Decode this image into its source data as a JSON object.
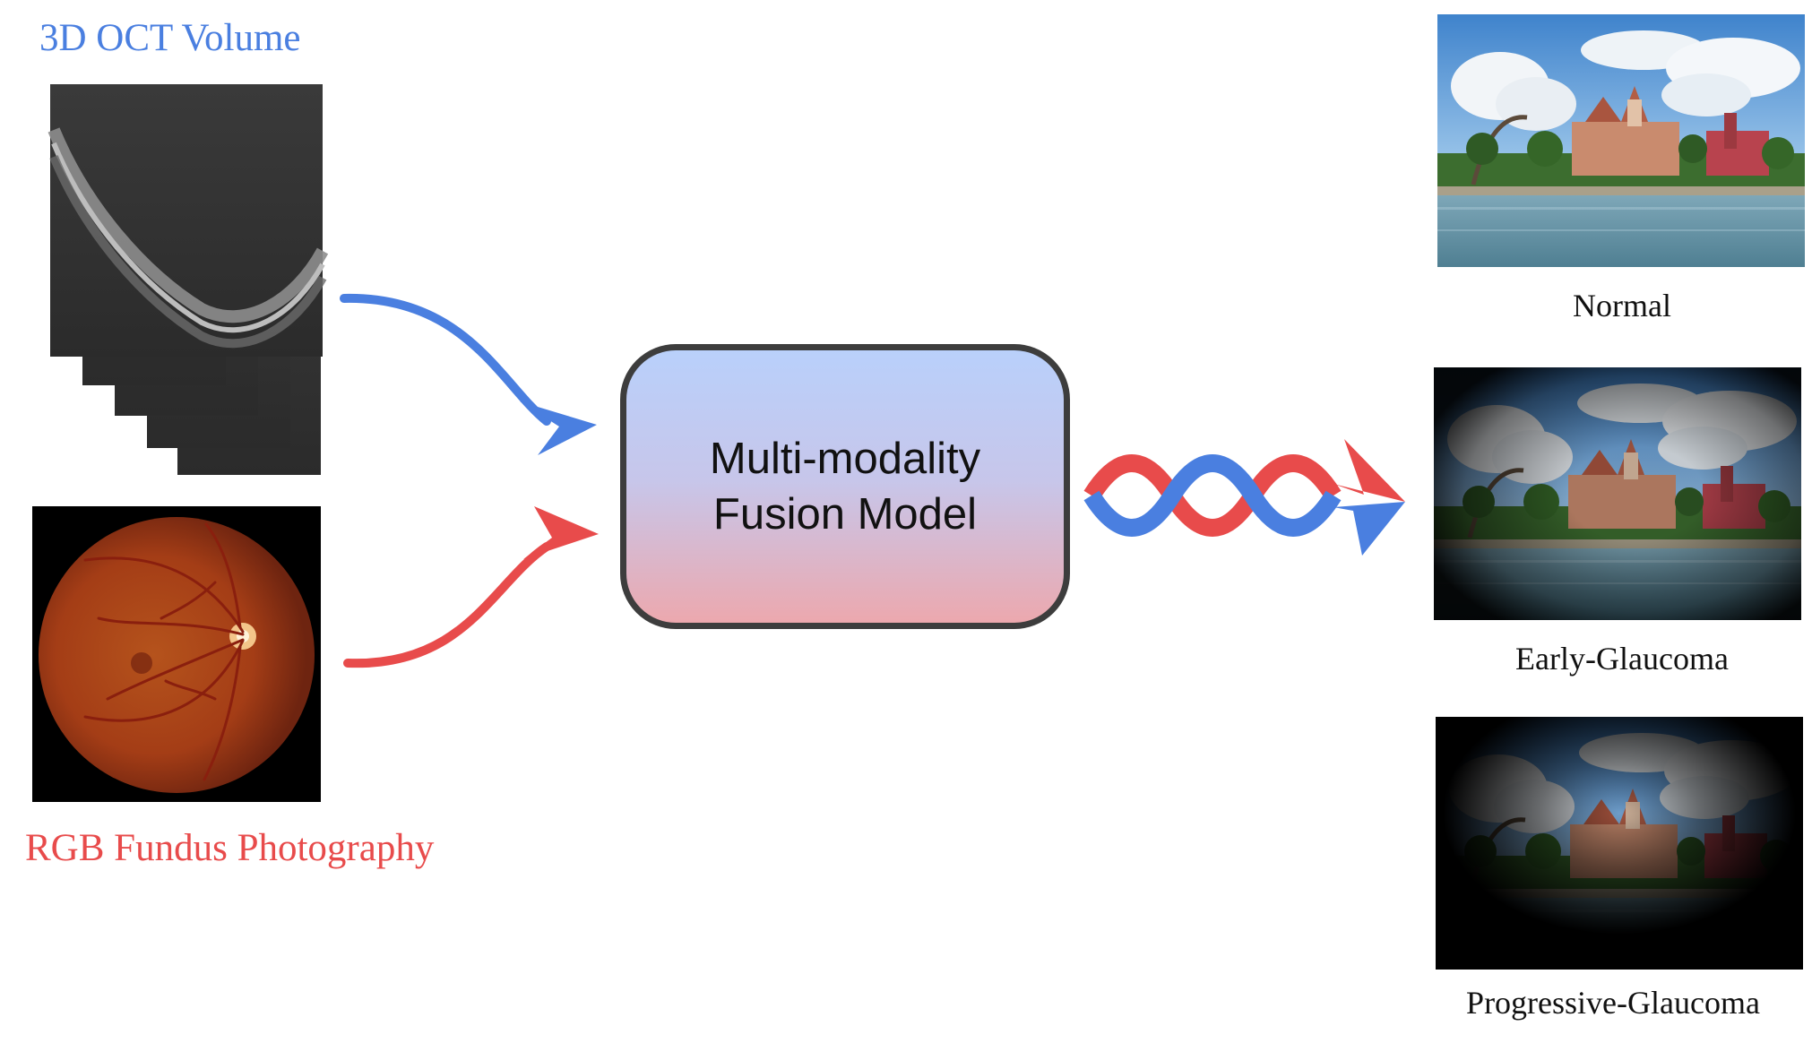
{
  "inputs": {
    "oct": {
      "title": "3D OCT Volume",
      "color": "#4a7fe0"
    },
    "fundus": {
      "title": "RGB Fundus Photography",
      "color": "#e84b4b"
    }
  },
  "model": {
    "line1": "Multi-modality",
    "line2": "Fusion Model"
  },
  "outputs": [
    {
      "label": "Normal",
      "severity": 0.0
    },
    {
      "label": "Early-Glaucoma",
      "severity": 0.5
    },
    {
      "label": "Progressive-Glaucoma",
      "severity": 0.85
    }
  ],
  "colors": {
    "blue_arrow": "#4a7fe0",
    "red_arrow": "#e84b4b",
    "box_border": "#3d3d3d",
    "box_top": "#b9d0fb",
    "box_bottom": "#eca8ae"
  },
  "icons": [
    "oct-volume-image",
    "fundus-image",
    "scene-image",
    "helix-arrow-icon"
  ]
}
